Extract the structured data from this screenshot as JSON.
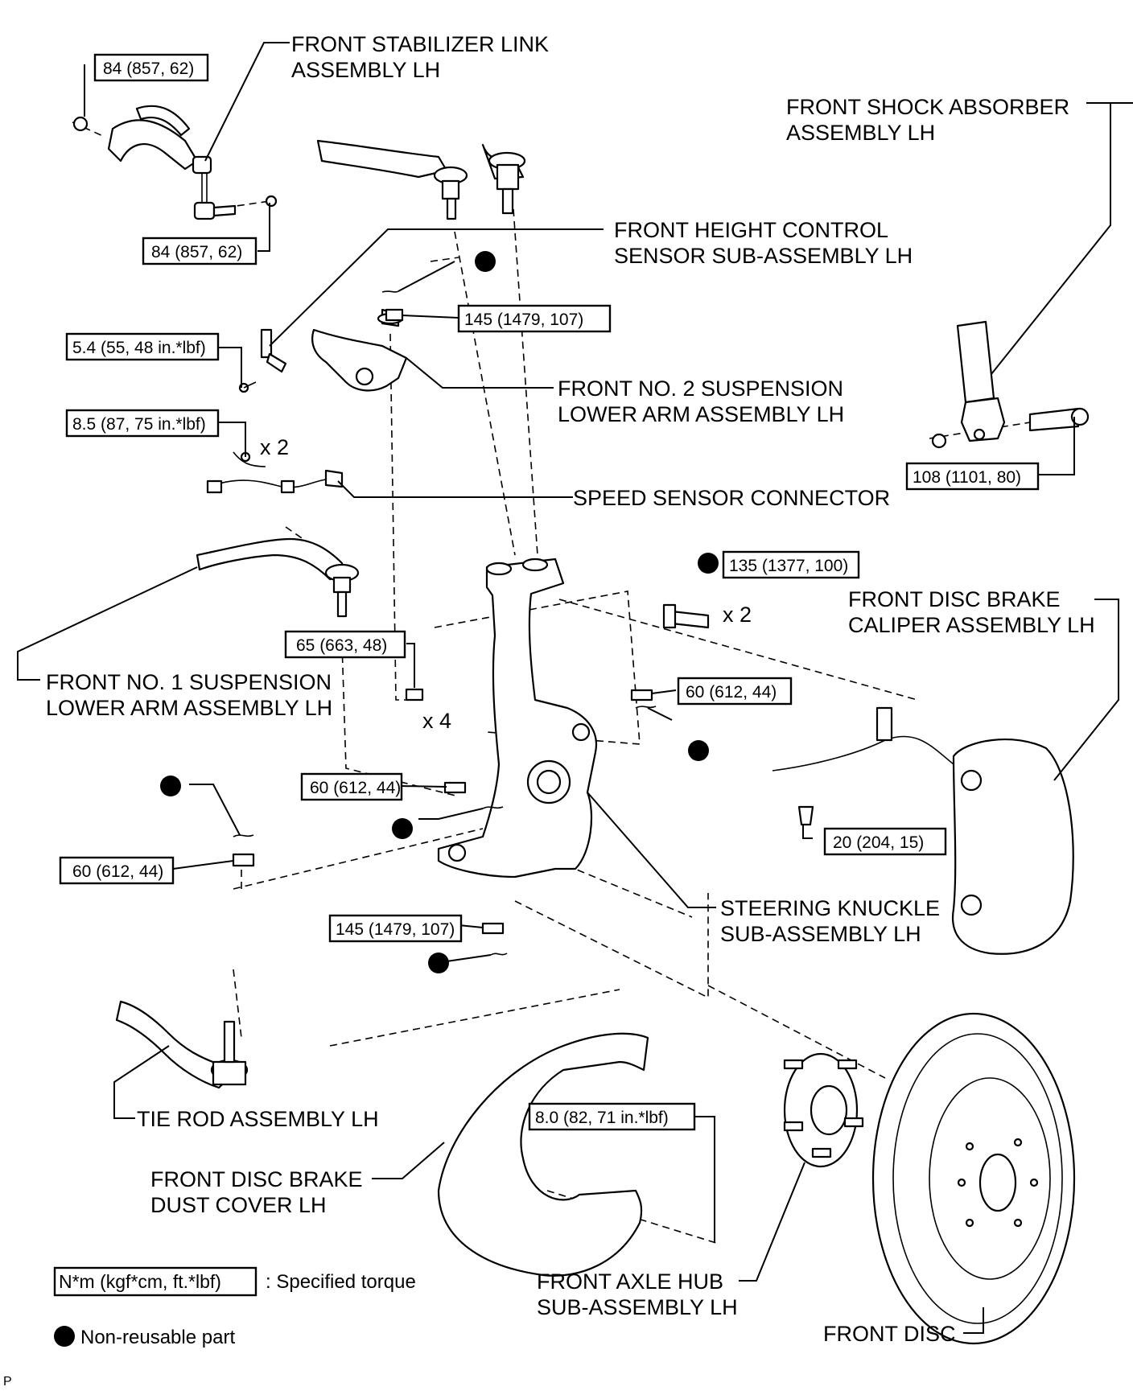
{
  "labels": {
    "stab_link": [
      "FRONT STABILIZER LINK",
      "ASSEMBLY LH"
    ],
    "shock": [
      "FRONT SHOCK ABSORBER",
      "ASSEMBLY LH"
    ],
    "height_sensor": [
      "FRONT HEIGHT CONTROL",
      "SENSOR SUB-ASSEMBLY LH"
    ],
    "lower_arm2": [
      "FRONT NO. 2 SUSPENSION",
      "LOWER ARM ASSEMBLY LH"
    ],
    "speed_conn": "SPEED SENSOR CONNECTOR",
    "caliper": [
      "FRONT DISC BRAKE",
      "CALIPER ASSEMBLY LH"
    ],
    "lower_arm1": [
      "FRONT NO. 1 SUSPENSION",
      "LOWER ARM ASSEMBLY LH"
    ],
    "knuckle": [
      "STEERING KNUCKLE",
      "SUB-ASSEMBLY LH"
    ],
    "tie_rod": "TIE ROD ASSEMBLY LH",
    "dust_cover": [
      "FRONT DISC BRAKE",
      "DUST COVER LH"
    ],
    "axle_hub": [
      "FRONT AXLE HUB",
      "SUB-ASSEMBLY LH"
    ],
    "disc": "FRONT DISC"
  },
  "torques": {
    "t1": "84 (857, 62)",
    "t2": "84 (857, 62)",
    "t3": "145 (1479, 107)",
    "t4": "5.4 (55, 48 in.*lbf)",
    "t5": "8.5 (87, 75 in.*lbf)",
    "t6": "108 (1101, 80)",
    "t7": "135 (1377, 100)",
    "t8": "65 (663, 48)",
    "t9": "60 (612, 44)",
    "t10": "60 (612, 44)",
    "t11": "20 (204, 15)",
    "t12": "60 (612, 44)",
    "t13": "145 (1479, 107)",
    "t14": "8.0 (82, 71 in.*lbf)"
  },
  "multipliers": {
    "m1": "x 2",
    "m2": "x 2",
    "m3": "x 4"
  },
  "legend": {
    "torque_unit": "N*m (kgf*cm, ft.*lbf)",
    "torque_text": ": Specified torque",
    "nonreusable_text": "Non-reusable part"
  },
  "corner_mark": "P"
}
